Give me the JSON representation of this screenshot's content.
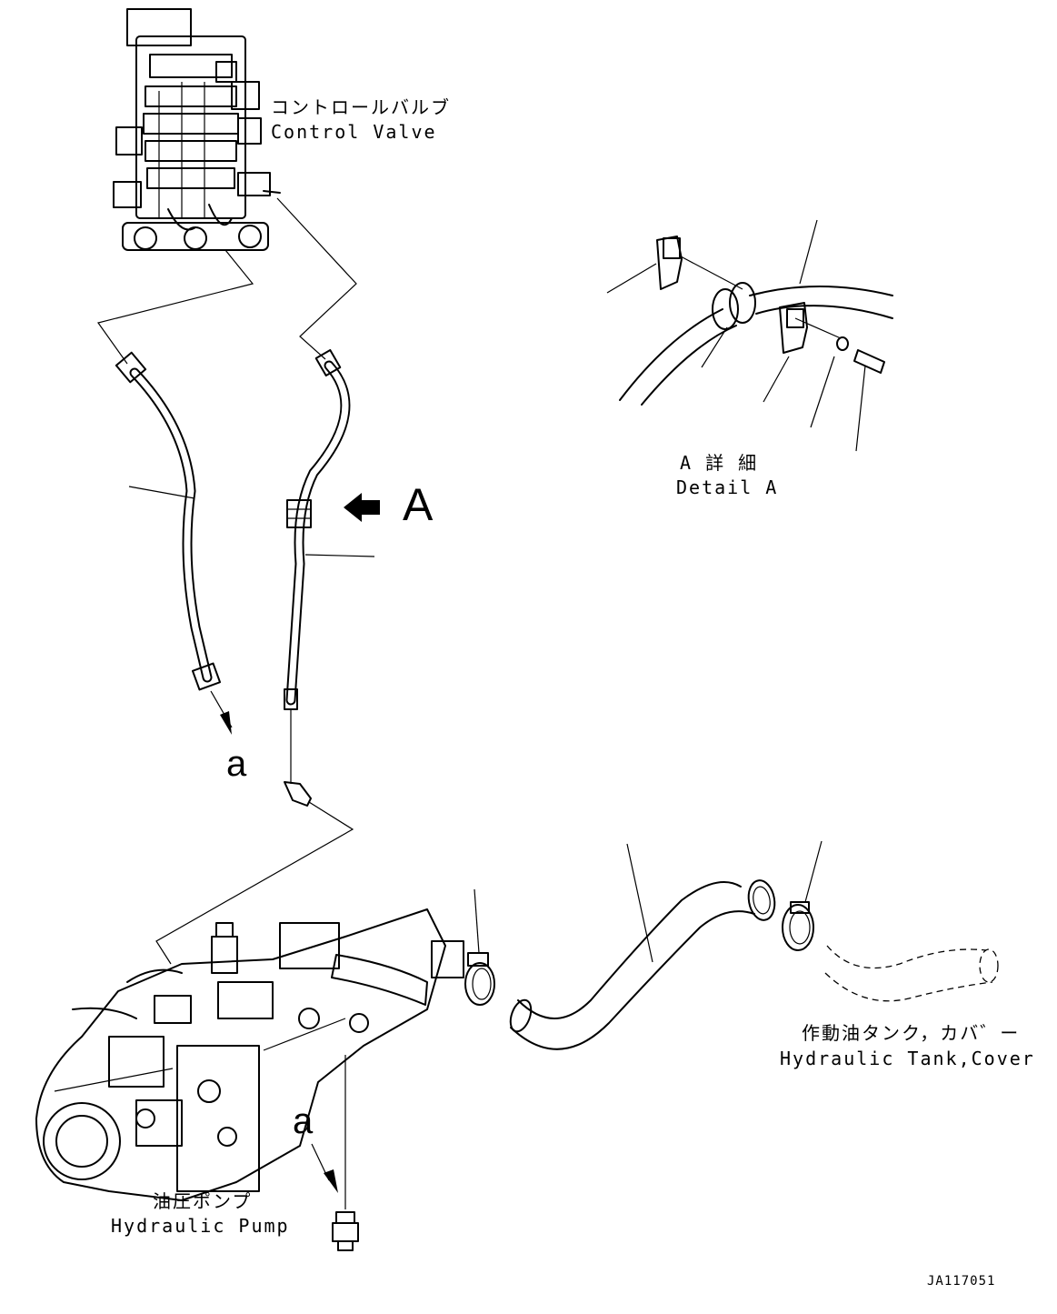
{
  "labels": {
    "control_valve_jp": "コントロールバルブ",
    "control_valve_en": "Control Valve",
    "detail_a_jp": "A 詳 細",
    "detail_a_en": "Detail A",
    "view_a": "A",
    "ref_a_upper": "a",
    "ref_a_lower": "a",
    "tank_cover_jp": "作動油タンク，カバ゛ー",
    "tank_cover_en": "Hydraulic Tank,Cover",
    "pump_jp": "油圧ポンプ",
    "pump_en": "Hydraulic Pump",
    "drawing_code": "JA117051"
  }
}
